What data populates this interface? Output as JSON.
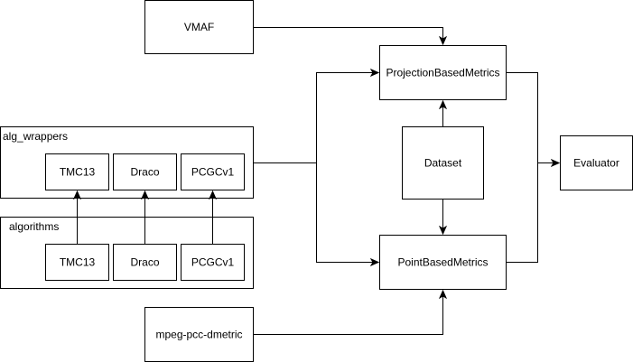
{
  "nodes": {
    "vmaf": "VMAF",
    "projection_based_metrics": "ProjectionBasedMetrics",
    "alg_wrappers": "alg_wrappers",
    "wrapper_tmc13": "TMC13",
    "wrapper_draco": "Draco",
    "wrapper_pcgcv1": "PCGCv1",
    "dataset": "Dataset",
    "evaluator": "Evaluator",
    "algorithms": "algorithms",
    "algo_tmc13": "TMC13",
    "algo_draco": "Draco",
    "algo_pcgcv1": "PCGCv1",
    "point_based_metrics": "PointBasedMetrics",
    "mpeg_pcc_dmetric": "mpeg-pcc-dmetric"
  },
  "colors": {
    "stroke": "#000000",
    "fill": "#ffffff",
    "text": "#000000"
  }
}
